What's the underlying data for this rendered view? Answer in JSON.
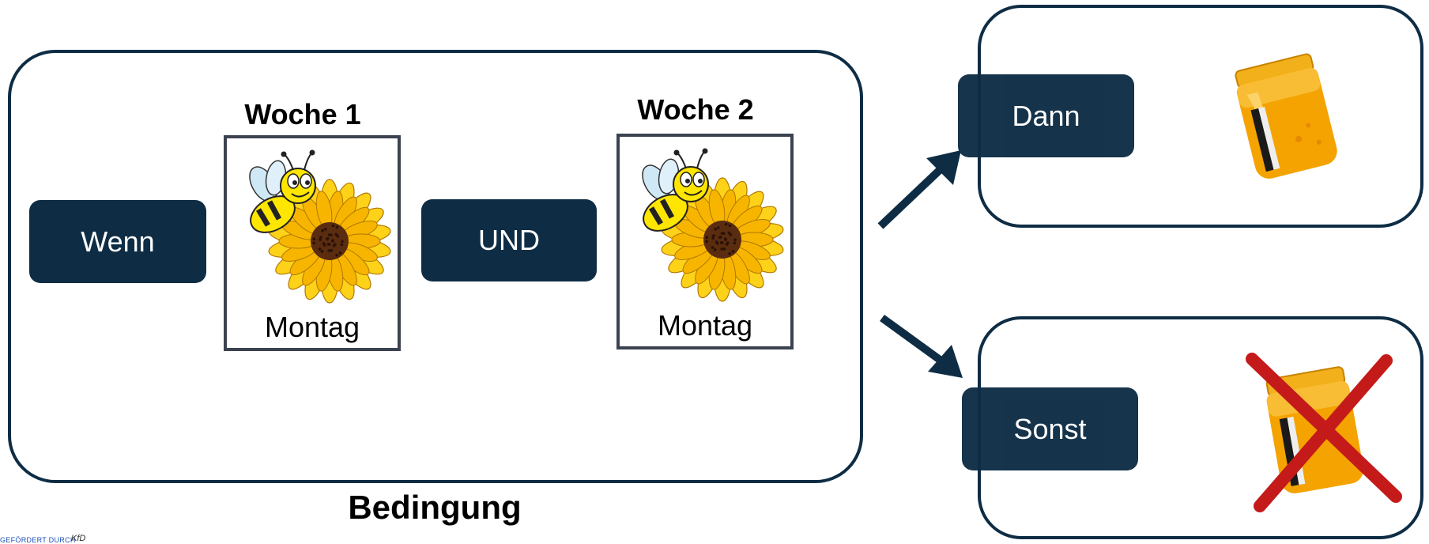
{
  "condition": {
    "wenn_label": "Wenn",
    "und_label": "UND",
    "caption": "Bedingung",
    "weeks": [
      {
        "title": "Woche 1",
        "day": "Montag"
      },
      {
        "title": "Woche 2",
        "day": "Montag"
      }
    ]
  },
  "outcomes": {
    "then_label": "Dann",
    "else_label": "Sonst"
  },
  "footer": {
    "funded_text": "GEFÖRDERT DURCH",
    "logo_text": "KfD"
  },
  "colors": {
    "navy": "#0e2d45",
    "honey": "#f4a300",
    "cross": "#c41a1a"
  },
  "icons": [
    "bee-sunflower-icon",
    "honey-jar-icon",
    "red-cross-icon",
    "arrow-up-right-icon",
    "arrow-down-right-icon"
  ]
}
